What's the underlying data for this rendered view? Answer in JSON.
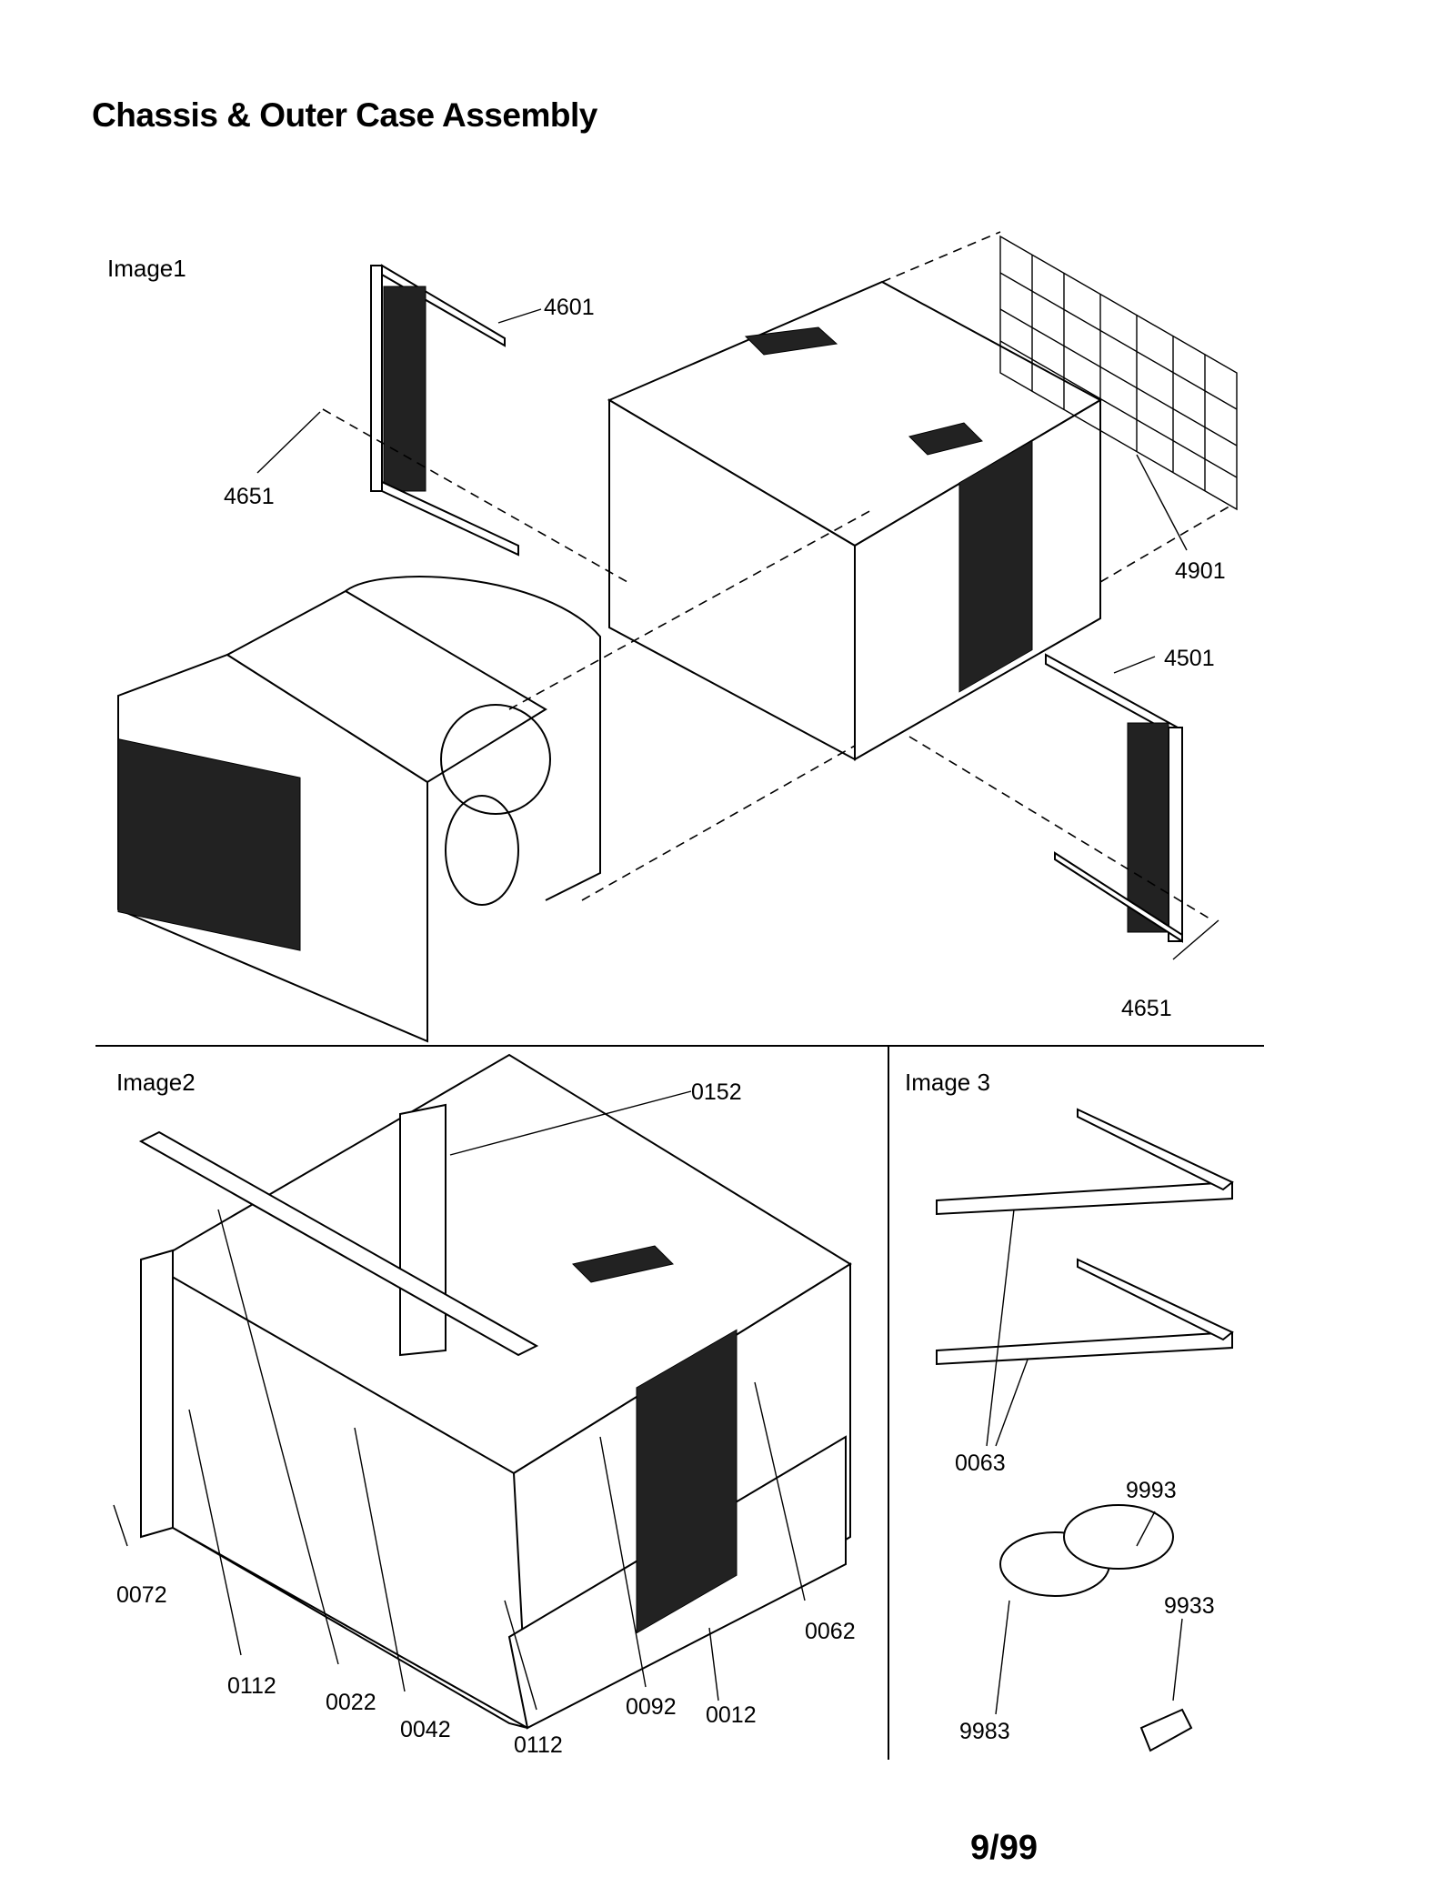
{
  "title": "Chassis & Outer Case Assembly",
  "sections": {
    "image1": "Image1",
    "image2": "Image2",
    "image3": "Image 3"
  },
  "callouts": {
    "c4601": "4601",
    "c4651a": "4651",
    "c4901": "4901",
    "c4501": "4501",
    "c4651b": "4651",
    "c0152": "0152",
    "c0072": "0072",
    "c0112a": "0112",
    "c0022": "0022",
    "c0042": "0042",
    "c0112b": "0112",
    "c0092": "0092",
    "c0012": "0012",
    "c0062": "0062",
    "c0063": "0063",
    "c9993": "9993",
    "c9933": "9933",
    "c9983": "9983"
  },
  "footer": "9/99"
}
